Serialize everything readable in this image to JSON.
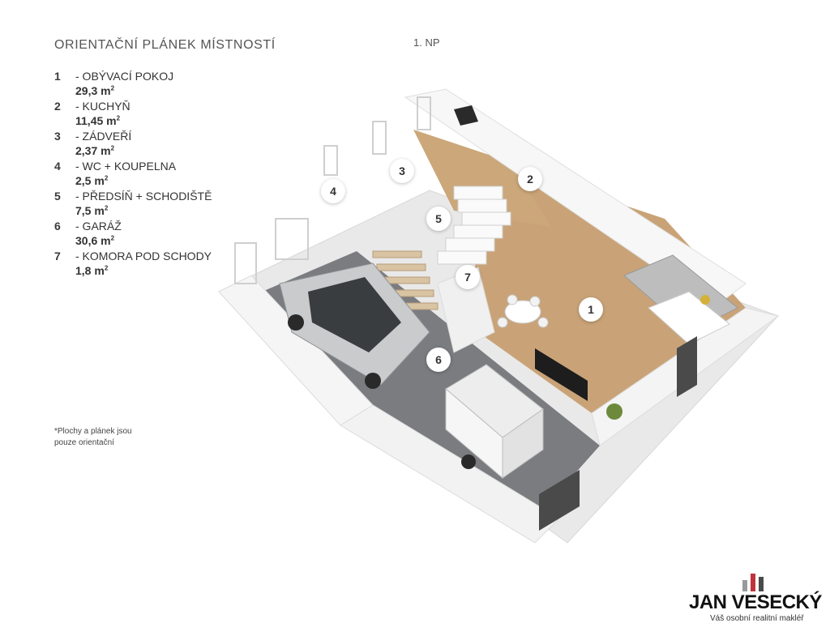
{
  "title": "ORIENTAČNÍ PLÁNEK MÍSTNOSTÍ",
  "floor": "1. NP",
  "rooms": [
    {
      "num": "1",
      "name": "- OBÝVACÍ POKOJ",
      "area": "29,3 m",
      "unit_sup": "2"
    },
    {
      "num": "2",
      "name": "- KUCHYŇ",
      "area": "11,45 m",
      "unit_sup": "2"
    },
    {
      "num": "3",
      "name": "- ZÁDVEŘÍ",
      "area": "2,37 m",
      "unit_sup": "2"
    },
    {
      "num": "4",
      "name": "- WC + KOUPELNA",
      "area": "2,5 m",
      "unit_sup": "2"
    },
    {
      "num": "5",
      "name": "- PŘEDSÍŇ + SCHODIŠTĚ",
      "area": "7,5 m",
      "unit_sup": "2"
    },
    {
      "num": "6",
      "name": "- GARÁŽ",
      "area": "30,6 m",
      "unit_sup": "2"
    },
    {
      "num": "7",
      "name": "- KOMORA POD SCHODY",
      "area": "1,8 m",
      "unit_sup": "2"
    }
  ],
  "markers": [
    "1",
    "2",
    "3",
    "4",
    "5",
    "6",
    "7"
  ],
  "note": "*Plochy  a plánek jsou pouze orientační",
  "brand": {
    "name": "JAN VESECKÝ",
    "tagline": "Váš osobní realitní makléř",
    "colors": {
      "bar_dark": "#4a4a4a",
      "bar_red": "#c0323c",
      "bar_grey": "#9a9a9a"
    }
  },
  "colors": {
    "floor_wood": "#c9a377",
    "garage_floor": "#7a7c80",
    "walls": "#f3f3f3"
  }
}
